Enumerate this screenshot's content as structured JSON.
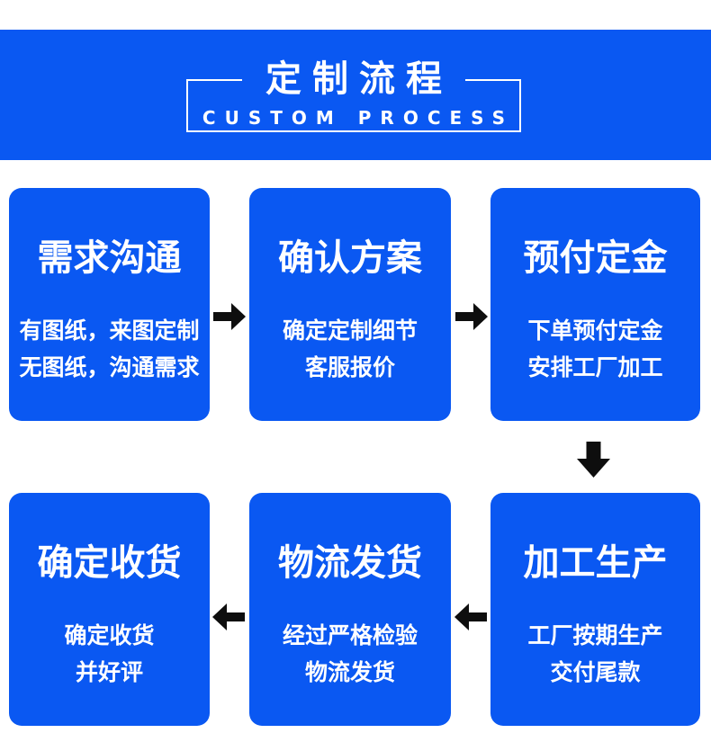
{
  "header": {
    "title": "定制流程",
    "subtitle": "CUSTOM PROCESS"
  },
  "colors": {
    "primary": "#0a58f2",
    "arrow": "#0e0e0e",
    "text_on_primary": "#ffffff"
  },
  "steps": [
    {
      "title": "需求沟通",
      "lines": [
        "有图纸，来图定制",
        "无图纸，沟通需求"
      ]
    },
    {
      "title": "确认方案",
      "lines": [
        "确定定制细节",
        "客服报价"
      ]
    },
    {
      "title": "预付定金",
      "lines": [
        "下单预付定金",
        "安排工厂加工"
      ]
    },
    {
      "title": "加工生产",
      "lines": [
        "工厂按期生产",
        "交付尾款"
      ]
    },
    {
      "title": "物流发货",
      "lines": [
        "经过严格检验",
        "物流发货"
      ]
    },
    {
      "title": "确定收货",
      "lines": [
        "确定收货",
        "并好评"
      ]
    }
  ],
  "flow": {
    "arrow_directions": [
      "right",
      "right",
      "down",
      "left",
      "left"
    ]
  }
}
